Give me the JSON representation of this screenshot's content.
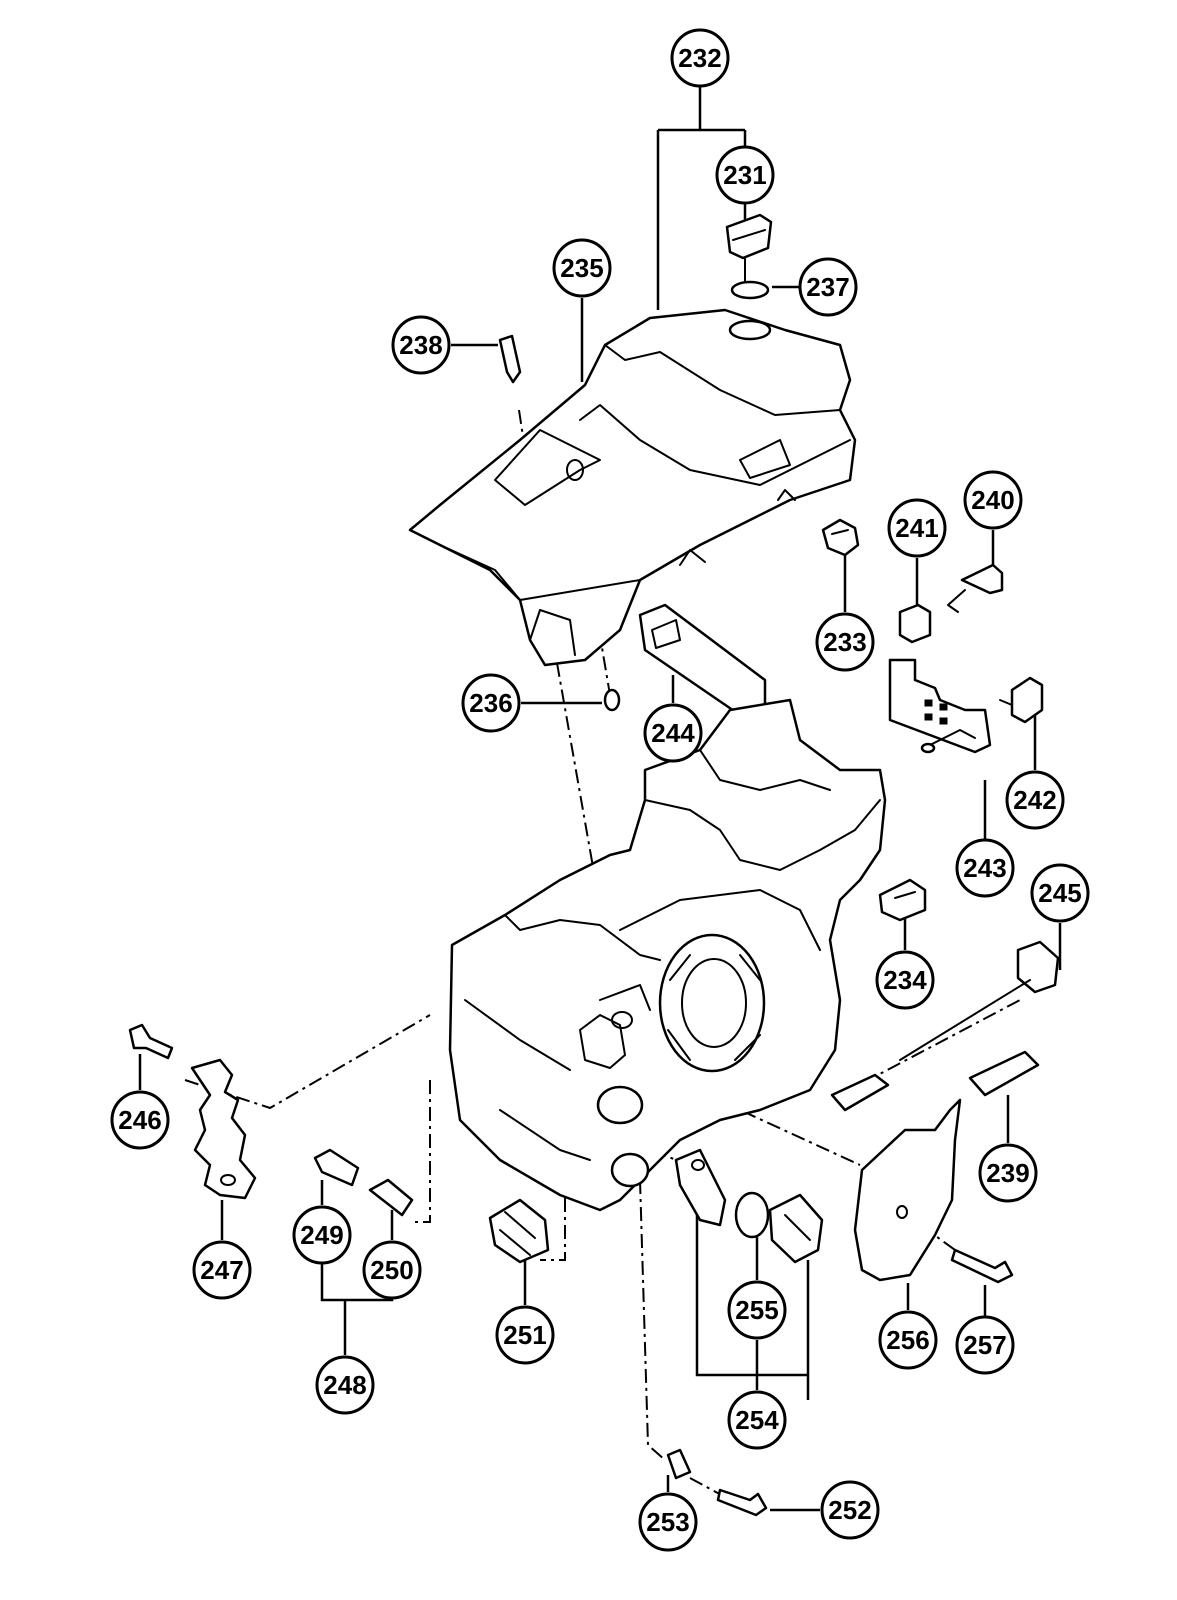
{
  "diagram": {
    "type": "exploded parts diagram",
    "callouts": [
      {
        "id": "232",
        "label": "232"
      },
      {
        "id": "231",
        "label": "231"
      },
      {
        "id": "237",
        "label": "237"
      },
      {
        "id": "235",
        "label": "235"
      },
      {
        "id": "238",
        "label": "238"
      },
      {
        "id": "240",
        "label": "240"
      },
      {
        "id": "241",
        "label": "241"
      },
      {
        "id": "233",
        "label": "233"
      },
      {
        "id": "236",
        "label": "236"
      },
      {
        "id": "244",
        "label": "244"
      },
      {
        "id": "242",
        "label": "242"
      },
      {
        "id": "243",
        "label": "243"
      },
      {
        "id": "245",
        "label": "245"
      },
      {
        "id": "234",
        "label": "234"
      },
      {
        "id": "246",
        "label": "246"
      },
      {
        "id": "239",
        "label": "239"
      },
      {
        "id": "247",
        "label": "247"
      },
      {
        "id": "249",
        "label": "249"
      },
      {
        "id": "250",
        "label": "250"
      },
      {
        "id": "251",
        "label": "251"
      },
      {
        "id": "255",
        "label": "255"
      },
      {
        "id": "256",
        "label": "256"
      },
      {
        "id": "257",
        "label": "257"
      },
      {
        "id": "248",
        "label": "248"
      },
      {
        "id": "254",
        "label": "254"
      },
      {
        "id": "253",
        "label": "253"
      },
      {
        "id": "252",
        "label": "252"
      }
    ]
  }
}
